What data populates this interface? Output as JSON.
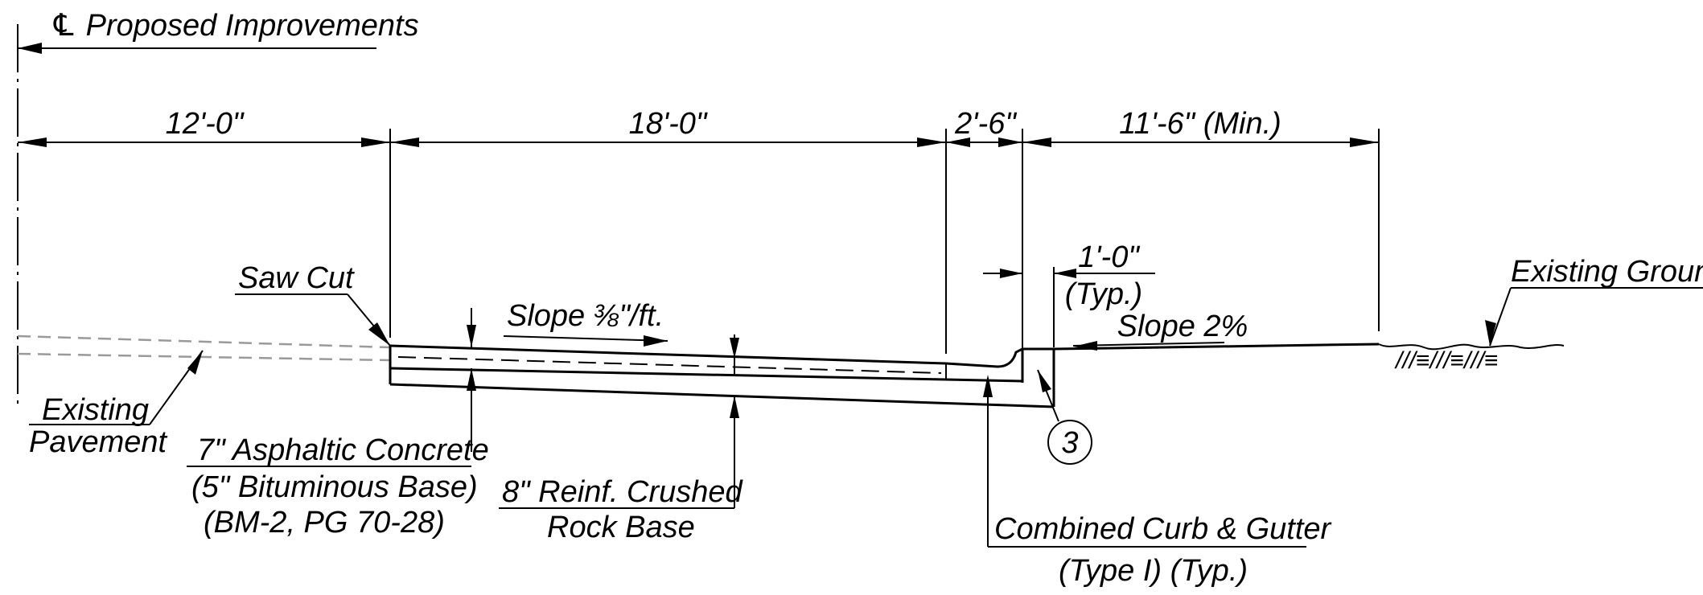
{
  "drawing": {
    "centerline_title": "℄ Proposed Improvements",
    "dimensions": {
      "lane_width": "12'-0\"",
      "widening_width": "18'-0\"",
      "curb_gutter_width": "2'-6\"",
      "shoulder_width": "11'-6\" (Min.)",
      "curb_offset": "1'-0\"",
      "curb_offset_note": "(Typ.)"
    },
    "slopes": {
      "pavement_slope": "Slope ⅜\"/ft.",
      "shoulder_slope": "Slope 2%"
    },
    "callouts": {
      "saw_cut": "Saw Cut",
      "existing_ground": "Existing Ground",
      "existing_pavement_line1": "Existing",
      "existing_pavement_line2": "Pavement",
      "asphalt_line1": "7\" Asphaltic Concrete",
      "asphalt_line2": "(5\" Bituminous Base)",
      "asphalt_line3": "(BM-2, PG 70-28)",
      "base_line1": "8\" Reinf. Crushed",
      "base_line2": "Rock Base",
      "curb_line1": "Combined Curb & Gutter",
      "curb_line2": "(Type I) (Typ.)",
      "detail_number": "3"
    }
  }
}
